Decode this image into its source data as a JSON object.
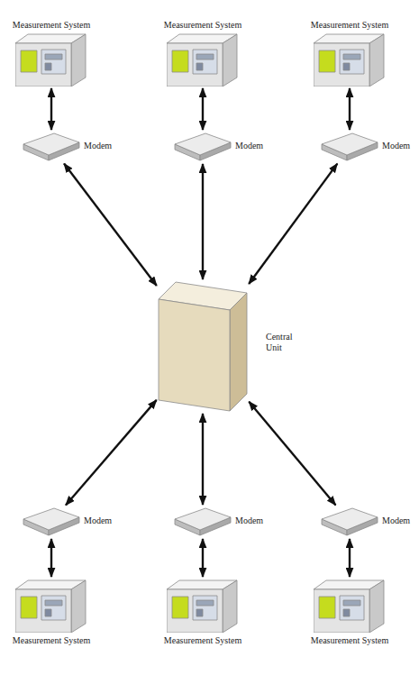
{
  "diagram": {
    "nodes": [
      {
        "text": [
          "Measurement System"
        ]
      },
      {
        "text": [
          "Measurement System"
        ]
      },
      {
        "text": [
          "Measurement System"
        ]
      },
      {
        "text": [
          "Modem"
        ]
      },
      {
        "text": [
          "Modem"
        ]
      },
      {
        "text": [
          "Modem"
        ]
      },
      {
        "text": [
          "Central Unit"
        ]
      },
      {
        "text": [
          "Modem"
        ]
      },
      {
        "text": [
          "Modem"
        ]
      },
      {
        "text": [
          "Modem"
        ]
      },
      {
        "text": [
          "Measurement System"
        ]
      },
      {
        "text": [
          "Measurement System"
        ]
      },
      {
        "text": [
          "Measurement System"
        ]
      }
    ],
    "edges": [
      {
        "from": 0,
        "to": 3,
        "arrow": "both"
      },
      {
        "from": 1,
        "to": 4,
        "arrow": "both"
      },
      {
        "from": 2,
        "to": 5,
        "arrow": "both"
      },
      {
        "from": 3,
        "to": 6,
        "arrow": "both"
      },
      {
        "from": 4,
        "to": 6,
        "arrow": "both"
      },
      {
        "from": 5,
        "to": 6,
        "arrow": "both"
      },
      {
        "from": 7,
        "to": 6,
        "arrow": "both"
      },
      {
        "from": 8,
        "to": 6,
        "arrow": "both"
      },
      {
        "from": 9,
        "to": 6,
        "arrow": "both"
      },
      {
        "from": 10,
        "to": 7,
        "arrow": "both"
      },
      {
        "from": 11,
        "to": 8,
        "arrow": "both"
      },
      {
        "from": 12,
        "to": 9,
        "arrow": "both"
      }
    ]
  }
}
